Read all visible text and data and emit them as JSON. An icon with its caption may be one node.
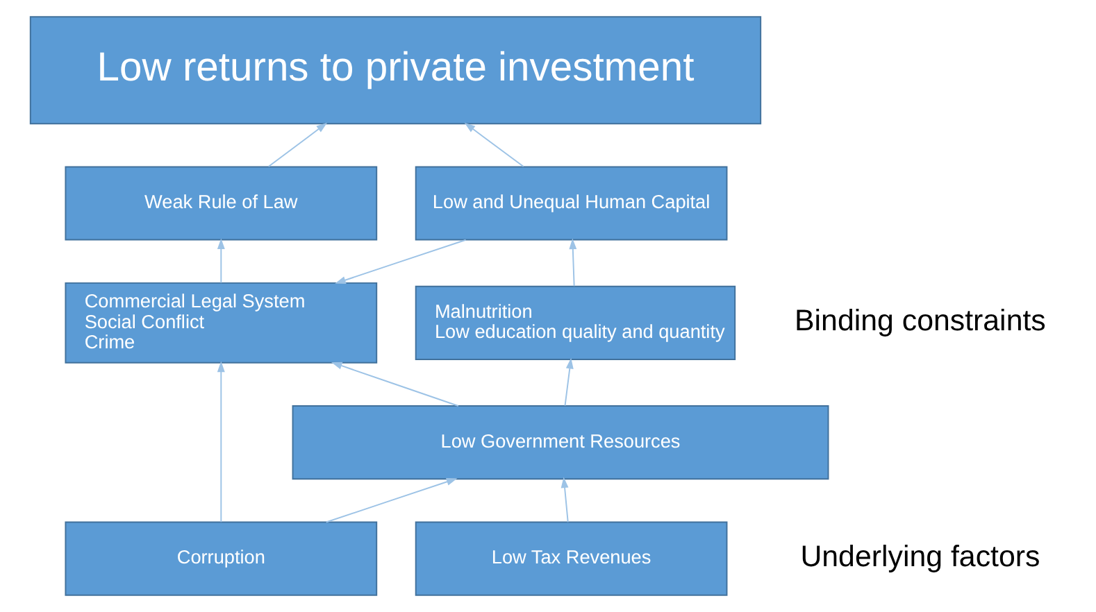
{
  "diagram": {
    "nodes": [
      {
        "text": [
          "Low returns to private investment"
        ]
      },
      {
        "text": [
          "Weak Rule of Law"
        ]
      },
      {
        "text": [
          "Low and Unequal Human Capital"
        ]
      },
      {
        "text": [
          "Commercial Legal System",
          "Social Conflict",
          "Crime"
        ]
      },
      {
        "text": [
          "Malnutrition",
          "Low education quality and quantity"
        ]
      },
      {
        "text": [
          "Low Government Resources"
        ]
      },
      {
        "text": [
          "Corruption"
        ]
      },
      {
        "text": [
          "Low Tax Revenues"
        ]
      }
    ],
    "edges": [
      {
        "from": 1,
        "to": 0,
        "arrow": "to"
      },
      {
        "from": 2,
        "to": 0,
        "arrow": "to"
      },
      {
        "from": 3,
        "to": 1,
        "arrow": "to"
      },
      {
        "from": 4,
        "to": 2,
        "arrow": "to"
      },
      {
        "from": 2,
        "to": 3,
        "arrow": "to"
      },
      {
        "from": 5,
        "to": 3,
        "arrow": "to"
      },
      {
        "from": 5,
        "to": 4,
        "arrow": "to"
      },
      {
        "from": 6,
        "to": 3,
        "arrow": "to"
      },
      {
        "from": 6,
        "to": 5,
        "arrow": "to"
      },
      {
        "from": 7,
        "to": 5,
        "arrow": "to"
      }
    ],
    "labels": [
      "Binding constraints",
      "Underlying factors"
    ]
  }
}
